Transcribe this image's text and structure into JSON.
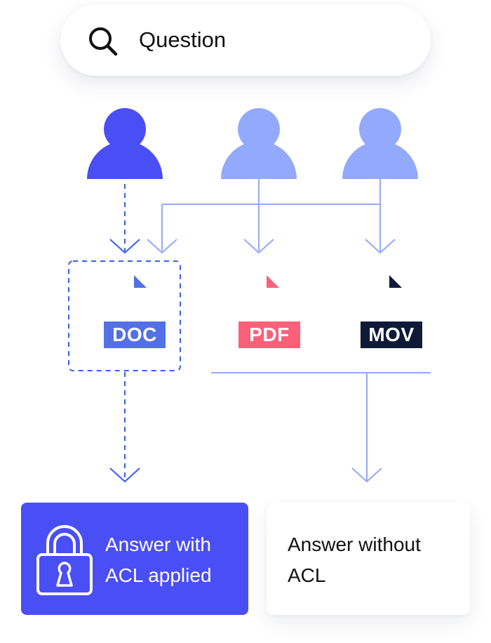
{
  "search": {
    "icon": "search-icon",
    "text": "Question"
  },
  "users": [
    {
      "name": "user-with-access",
      "icon": "user-icon",
      "color": "#4a4ef5"
    },
    {
      "name": "user-2",
      "icon": "user-icon",
      "color": "#93a9fb"
    },
    {
      "name": "user-3",
      "icon": "user-icon",
      "color": "#93a9fb"
    }
  ],
  "files": [
    {
      "label": "DOC",
      "color": "#5370e6",
      "icon": "document-icon"
    },
    {
      "label": "PDF",
      "color": "#fb6079",
      "icon": "document-icon"
    },
    {
      "label": "MOV",
      "color": "#0f1a38",
      "icon": "document-icon"
    }
  ],
  "answers": {
    "with_acl": {
      "text_line1": "Answer with",
      "text_line2": "ACL applied",
      "icon": "lock-icon",
      "color": "#4a4ef5"
    },
    "without_acl": {
      "text_line1": "Answer without",
      "text_line2": "ACL"
    }
  },
  "colors": {
    "accent": "#4a4ef5",
    "connector_light": "#93a9fb",
    "dashed_connector": "#3a5df0"
  }
}
